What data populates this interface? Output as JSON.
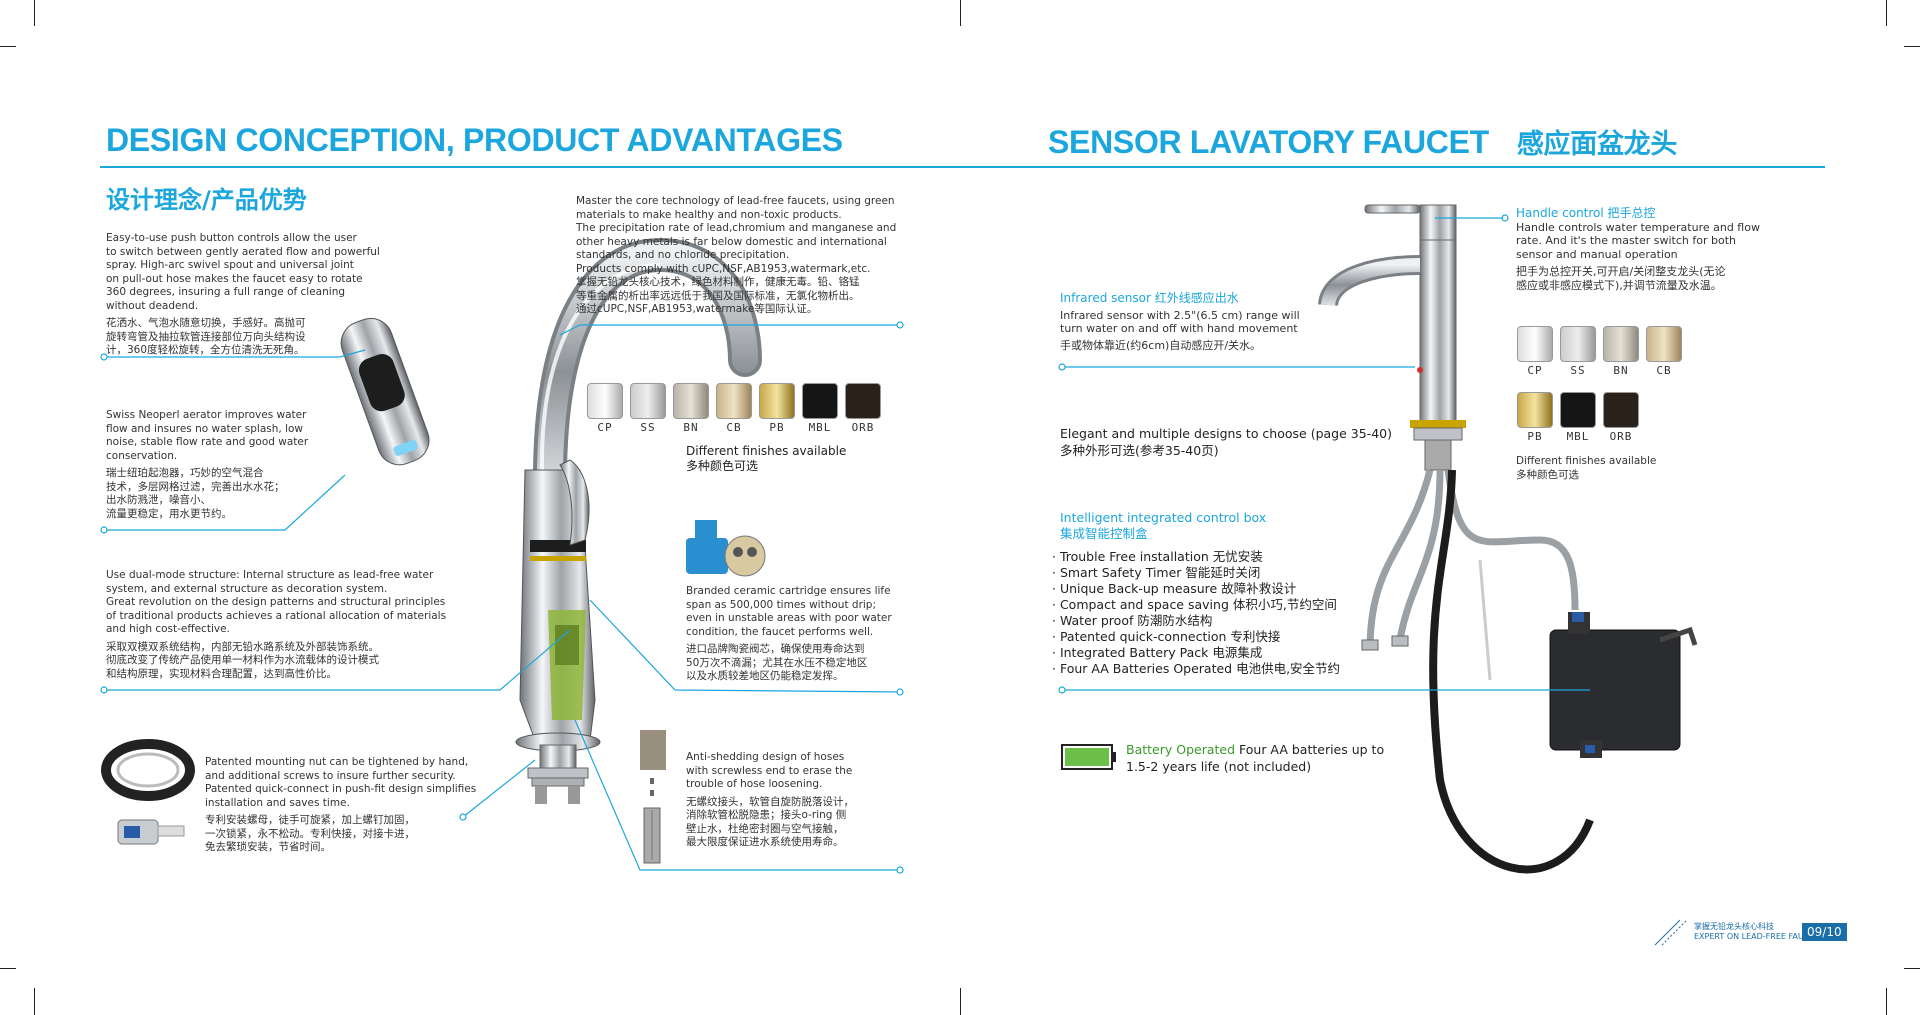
{
  "left": {
    "title": "DESIGN CONCEPTION, PRODUCT ADVANTAGES",
    "subtitle_cn": "设计理念/产品优势",
    "intro": {
      "en": [
        "Master the core technology of lead-free faucets, using green",
        "materials to make healthy and non-toxic products.",
        "The precipitation rate of lead,chromium and manganese and",
        "other heavy metals is far below domestic and international",
        "standards, and no chloride precipitation.",
        "Products comply with cUPC,NSF,AB1953,watermark,etc."
      ],
      "cn": [
        "掌握无铅龙头核心技术，绿色材料制作，健康无毒。铅、铬锰",
        "等重金属的析出率远远低于我国及国际标准，无氯化物析出。",
        "通过cUPC,NSF,AB1953,watermake等国际认证。"
      ]
    },
    "pushbutton": {
      "en": [
        "Easy-to-use push button controls allow the user",
        "to switch between gently aerated flow and powerful",
        "spray. High-arc swivel spout and universal joint",
        "on pull-out hose makes the faucet easy to rotate",
        "360 degrees, insuring a full range of cleaning",
        "without deadend."
      ],
      "cn": [
        "花洒水、气泡水随意切换，手感好。高抛可",
        "旋转弯管及抽拉软管连接部位万向头结构设",
        "计，360度轻松旋转，全方位清洗无死角。"
      ]
    },
    "aerator": {
      "en": [
        "Swiss Neoperl aerator improves water",
        "flow and insures no water splash, low",
        "noise, stable flow rate and good water",
        "conservation."
      ],
      "cn": [
        "瑞士纽珀起泡器，巧妙的空气混合",
        "技术，多层网格过滤，完善出水水花；",
        "出水防溅泄，噪音小、",
        "流量更稳定，用水更节约。"
      ]
    },
    "dualmode": {
      "en": [
        "Use dual-mode structure: Internal structure as lead-free water",
        "system, and external structure as decoration system.",
        "Great revolution on the design patterns and structural principles",
        "of traditional products achieves a rational allocation of materials",
        "and high cost-effective."
      ],
      "cn": [
        "采取双模双系统结构，内部无铅水路系统及外部装饰系统。",
        "彻底改变了传统产品使用单一材料作为水流载体的设计模式",
        "和结构原理，实现材料合理配置，达到高性价比。"
      ]
    },
    "mounting": {
      "en": [
        "Patented mounting nut can be tightened by hand,",
        "and additional screws to insure further security.",
        "Patented quick-connect in push-fit design simplifies",
        "installation and saves time."
      ],
      "cn": [
        "专利安装螺母，徒手可旋紧，加上螺钉加固，",
        "一次锁紧，永不松动。专利快接，对接卡进，",
        "免去繁琐安装，节省时间。"
      ]
    },
    "finishes": [
      "CP",
      "SS",
      "BN",
      "CB",
      "PB",
      "MBL",
      "ORB"
    ],
    "finishes_label": {
      "en": "Different finishes available",
      "cn": "多种颜色可选"
    },
    "cartridge": {
      "en": [
        "Branded ceramic cartridge ensures life",
        "span as 500,000 times without drip;",
        "even in unstable areas with poor water",
        "condition, the faucet performs well."
      ],
      "cn": [
        "进口品牌陶瓷阀芯，确保使用寿命达到",
        "50万次不滴漏；尤其在水压不稳定地区",
        "以及水质较差地区仍能稳定发挥。"
      ]
    },
    "hose": {
      "en": [
        "Anti-shedding design of hoses",
        "with screwless end to erase the",
        "trouble of hose loosening."
      ],
      "cn": [
        "无螺纹接头，软管自旋防脱落设计，",
        "消除软管松脱隐患；接头o-ring 侧",
        "壁止水，杜绝密封圈与空气接触，",
        "最大限度保证进水系统使用寿命。"
      ]
    }
  },
  "right": {
    "title": "SENSOR LAVATORY FAUCET",
    "title_cn": "感应面盆龙头",
    "handle": {
      "heading": "Handle control 把手总控",
      "en": [
        "Handle controls water temperature and flow",
        "rate. And it's the master switch for both",
        "sensor and manual operation"
      ],
      "cn": [
        "把手为总控开关,可开启/关闭整支龙头(无论",
        "感应或非感应模式下),并调节流量及水温。"
      ]
    },
    "infrared": {
      "heading": "Infrared sensor 红外线感应出水",
      "en": [
        "Infrared sensor with 2.5\"(6.5 cm) range will",
        "turn water on and off with hand movement"
      ],
      "cn": [
        "手或物体靠近(约6cm)自动感应开/关水。"
      ]
    },
    "designs": {
      "en": "Elegant and multiple designs to choose  (page 35-40)",
      "cn": "多种外形可选(参考35-40页)"
    },
    "finishes": [
      "CP",
      "SS",
      "BN",
      "CB",
      "PB",
      "MBL",
      "ORB"
    ],
    "finishes_label": {
      "en": "Different finishes available",
      "cn": "多种颜色可选"
    },
    "controlbox": {
      "heading_en": "Intelligent integrated control box",
      "heading_cn": "集成智能控制盒",
      "items": [
        "· Trouble Free installation   无忧安装",
        "· Smart Safety Timer   智能延时关闭",
        "· Unique Back-up measure   故障补救设计",
        "· Compact and space saving   体积小巧,节约空间",
        "· Water proof   防潮防水结构",
        "· Patented quick-connection   专利快接",
        "· Integrated Battery Pack   电源集成",
        "· Four AA Batteries Operated   电池供电,安全节约"
      ]
    },
    "battery": {
      "highlight": "Battery Operated",
      "line1": " Four AA batteries up to",
      "line2": "1.5-2 years life (not included)"
    }
  },
  "footer": {
    "logo_cn": "掌握无铅龙头核心科技",
    "logo_en": "EXPERT ON LEAD-FREE FAUCET",
    "page": "09/10"
  }
}
